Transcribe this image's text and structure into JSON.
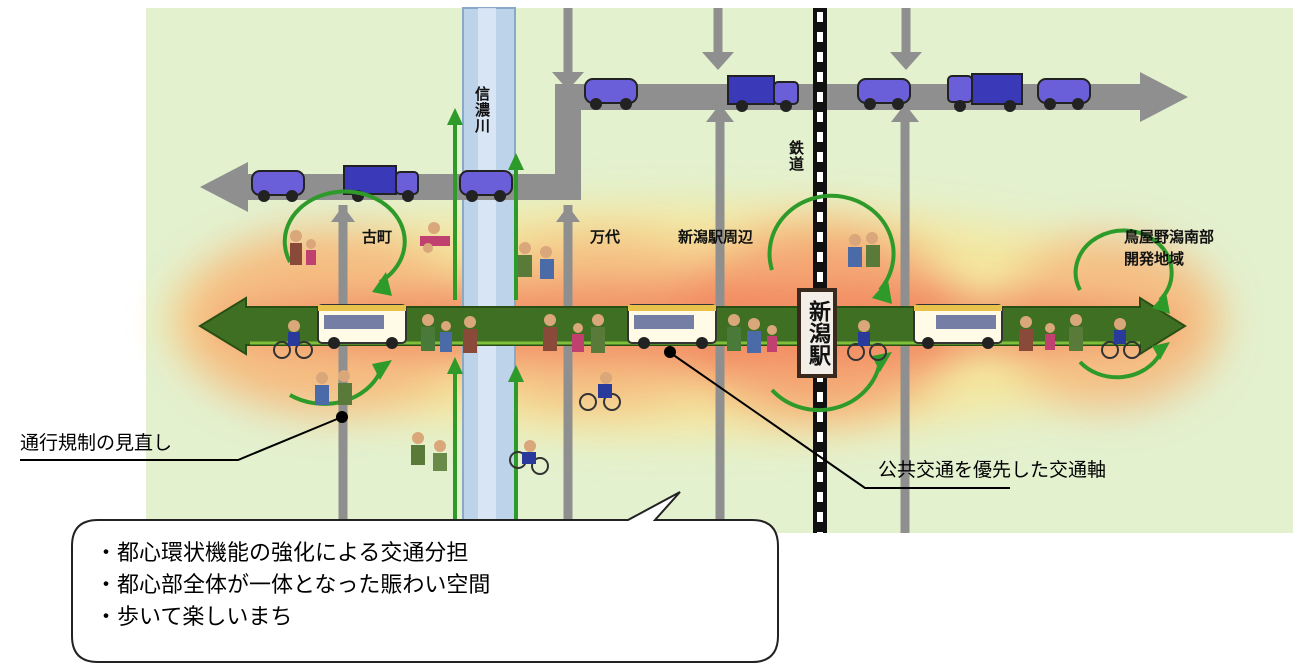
{
  "labels": {
    "river": "信濃川",
    "railway": "鉄道",
    "furumachi": "古町",
    "bandai": "万代",
    "station_area": "新潟駅周辺",
    "toya_line1": "鳥屋野潟南部",
    "toya_line2": "開発地域",
    "station": "新潟駅"
  },
  "callouts": {
    "traffic_review": "通行規制の見直し",
    "transit_axis": "公共交通を優先した交通軸"
  },
  "bubble": {
    "lines": [
      "・都心環状機能の強化による交通分担",
      "・都心部全体が一体となった賑わい空間",
      "・歩いて楽しいまち"
    ]
  },
  "colors": {
    "background": "#e3f1cf",
    "road": "#8f8f8f",
    "river": "#bcd3ea",
    "transit_axis": "#3f6f22",
    "green_arrow": "#2e9a2a",
    "heat": "#f4a070",
    "railway": "#111111"
  }
}
